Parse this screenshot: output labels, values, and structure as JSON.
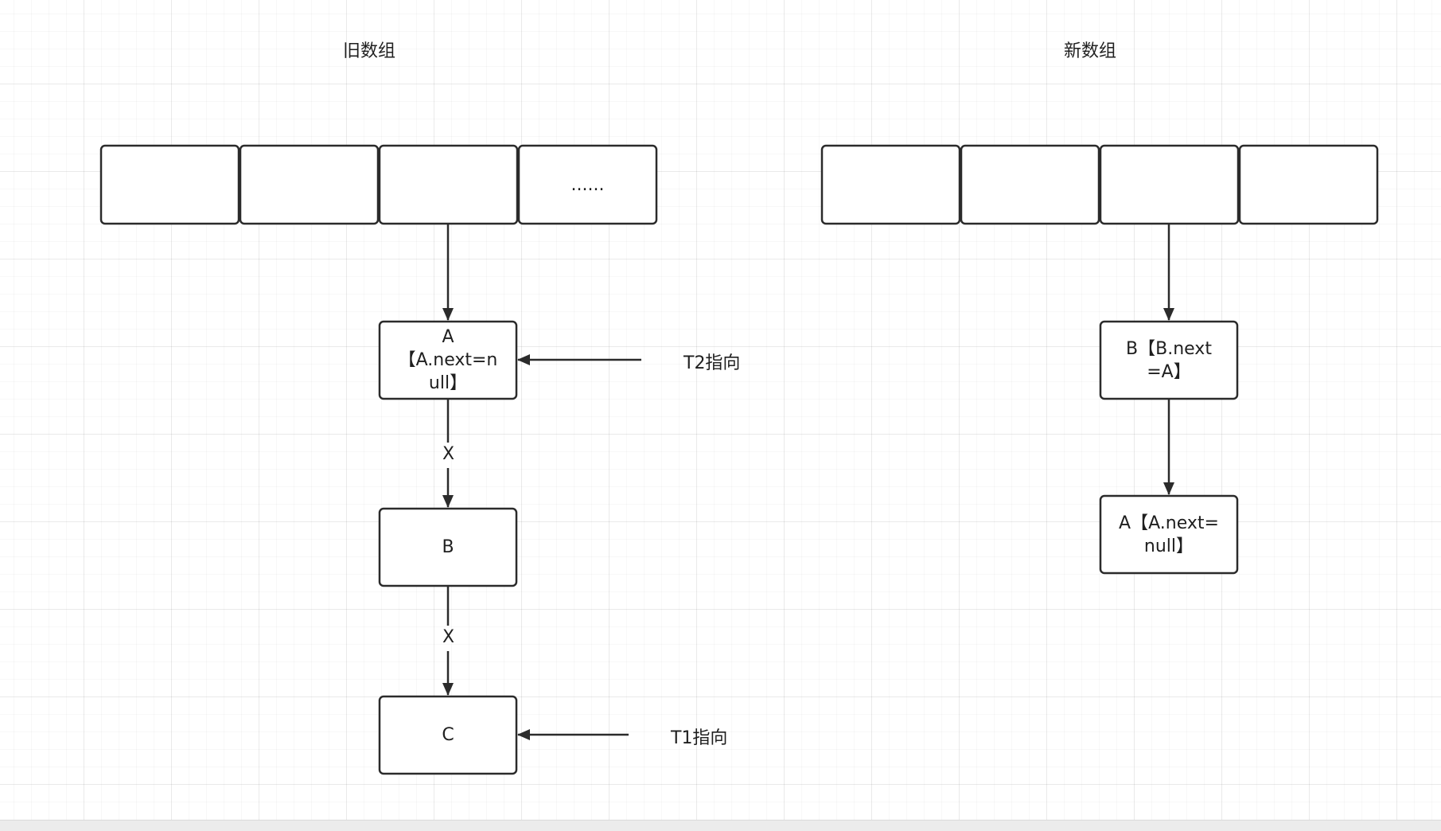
{
  "titles": {
    "old_array": "旧数组",
    "new_array": "新数组"
  },
  "old_array": {
    "cells": [
      "",
      "",
      "",
      "......"
    ]
  },
  "new_array": {
    "cells": [
      "",
      "",
      "",
      ""
    ]
  },
  "old_chain": {
    "node_a": "A\n【A.next=n\null】",
    "node_b": "B",
    "node_c": "C",
    "edge_a_b": "X",
    "edge_b_c": "X"
  },
  "new_chain": {
    "node_b": "B【B.next\n=A】",
    "node_a": "A【A.next=\nnull】"
  },
  "pointers": {
    "t2": "T2指向",
    "t1": "T1指向"
  },
  "colors": {
    "stroke": "#2b2b2b",
    "grid": "#e6e6e6",
    "text": "#1f1f1f"
  }
}
